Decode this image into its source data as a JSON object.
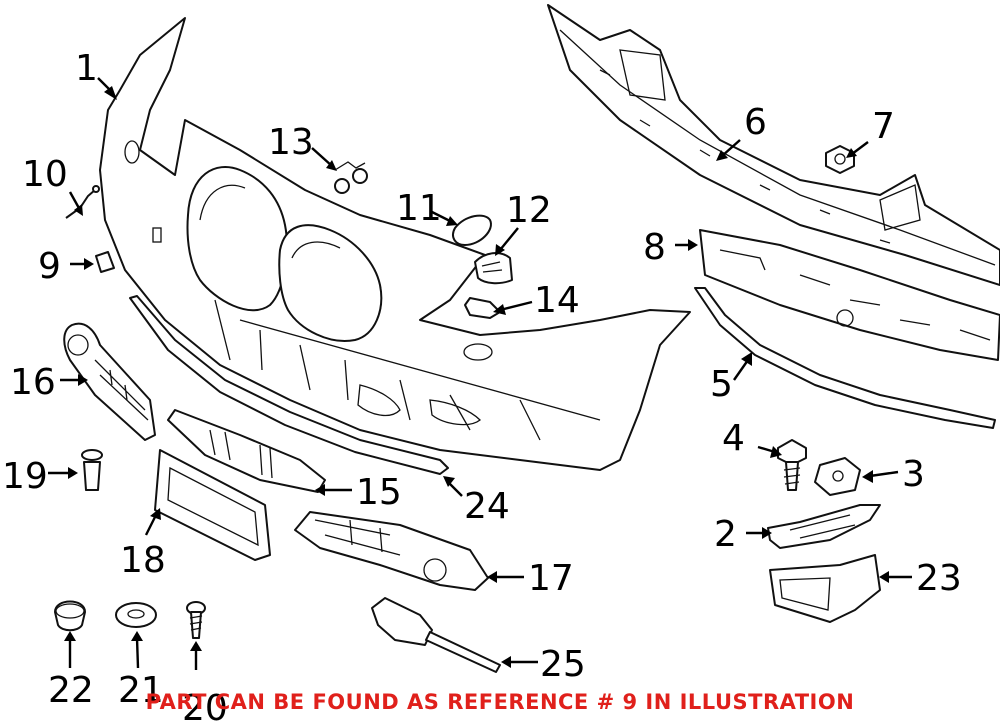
{
  "note": "PART CAN BE FOUND AS REFERENCE # 9 IN ILLUSTRATION",
  "note_color": "#e0201b",
  "labels": {
    "r1": "1",
    "r2": "2",
    "r3": "3",
    "r4": "4",
    "r5": "5",
    "r6": "6",
    "r7": "7",
    "r8": "8",
    "r9": "9",
    "r10": "10",
    "r11": "11",
    "r12": "12",
    "r13": "13",
    "r14": "14",
    "r15": "15",
    "r16": "16",
    "r17": "17",
    "r18": "18",
    "r19": "19",
    "r20": "20",
    "r21": "21",
    "r22": "22",
    "r23": "23",
    "r24": "24",
    "r25": "25"
  }
}
